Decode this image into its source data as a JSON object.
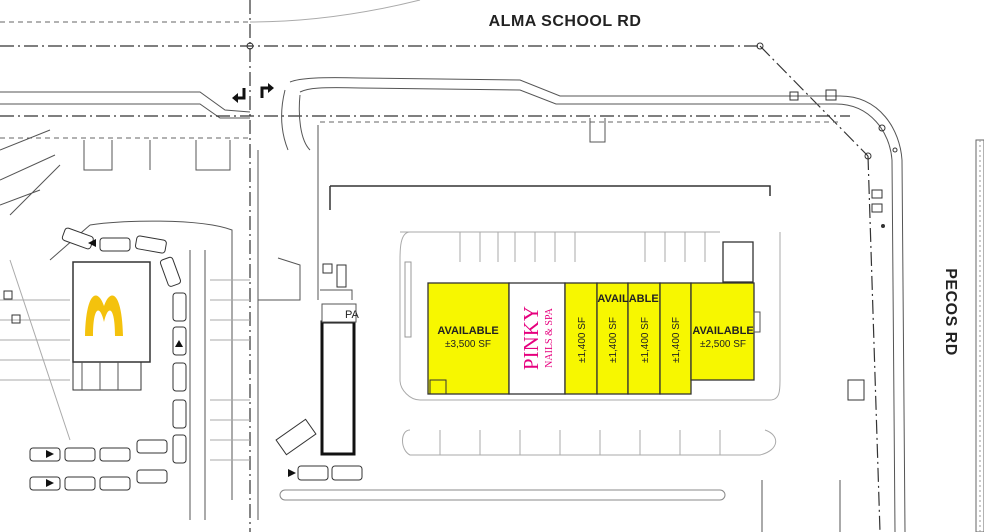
{
  "roads": {
    "north": "ALMA SCHOOL RD",
    "east": "PECOS RD"
  },
  "anchor": {
    "name": "McDonald's",
    "logo_text": "M",
    "logo_color": "#F4C20D"
  },
  "inline_label": "PA",
  "tenant": {
    "line1": "PINKY",
    "line2": "NAILS & SPA",
    "color": "#E6007E"
  },
  "units": [
    {
      "label": "AVAILABLE",
      "size": "±3,500 SF"
    },
    {
      "label": "",
      "size": "±1,400 SF"
    },
    {
      "label": "",
      "size": "±1,400 SF"
    },
    {
      "label": "",
      "size": "±1,400 SF"
    },
    {
      "label": "",
      "size": "±1,400 SF"
    },
    {
      "label": "AVAILABLE",
      "size": "±2,500 SF"
    }
  ],
  "group_label": "AVAILABLE",
  "colors": {
    "available": "#F7F700",
    "leased": "#FFFFFF",
    "lines": "#333333"
  }
}
